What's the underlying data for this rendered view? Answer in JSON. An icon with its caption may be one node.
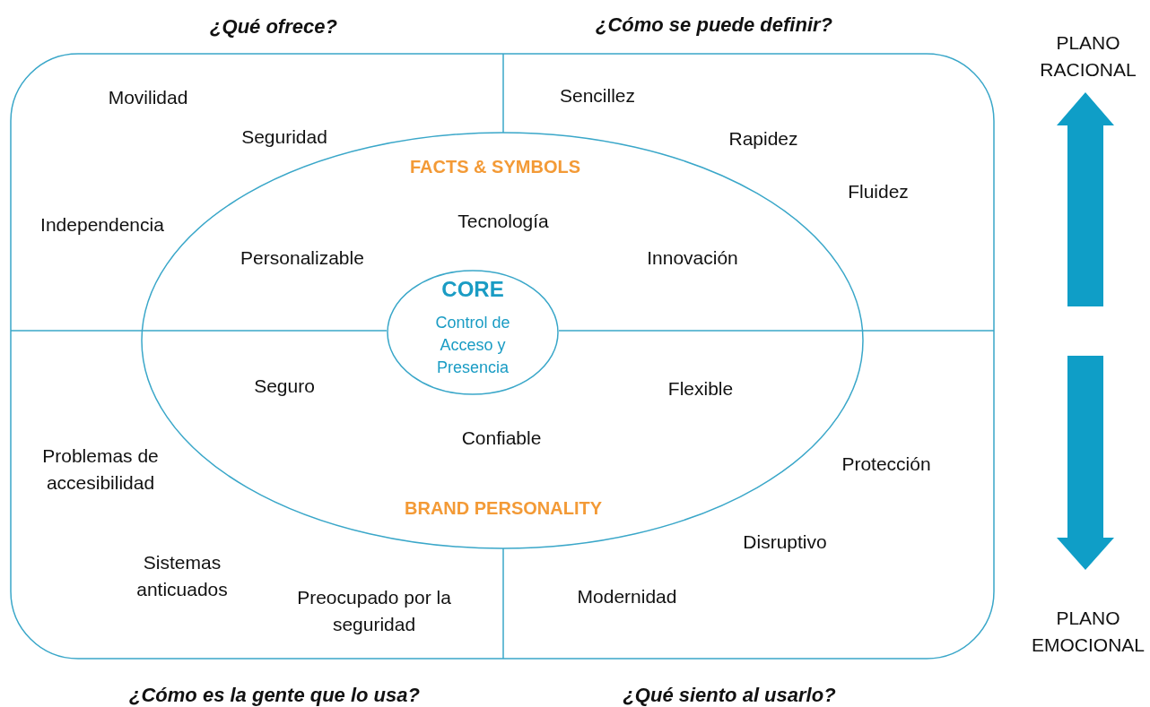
{
  "diagram": {
    "nodes": [
      {
        "text": [
          "FACTS & SYMBOLS",
          "BRAND PERSONALITY"
        ]
      },
      {
        "text": [
          "CORE",
          "Control de Acceso y Presencia"
        ],
        "in": 0
      }
    ],
    "edges": [],
    "labels": [
      "¿Qué ofrece?",
      "¿Cómo se puede definir?",
      "PLANO RACIONAL",
      "Movilidad",
      "Sencillez",
      "Seguridad",
      "Rapidez",
      "Fluidez",
      "Independencia",
      "Tecnología",
      "Personalizable",
      "Innovación",
      "Seguro",
      "Flexible",
      "Confiable",
      "Problemas de accesibilidad",
      "Protección",
      "Disruptivo",
      "Sistemas anticuados",
      "Preocupado por la seguridad",
      "Modernidad",
      "PLANO EMOCIONAL",
      "¿Cómo es la gente que lo usa?",
      "¿Qué siento al usarlo?"
    ]
  }
}
